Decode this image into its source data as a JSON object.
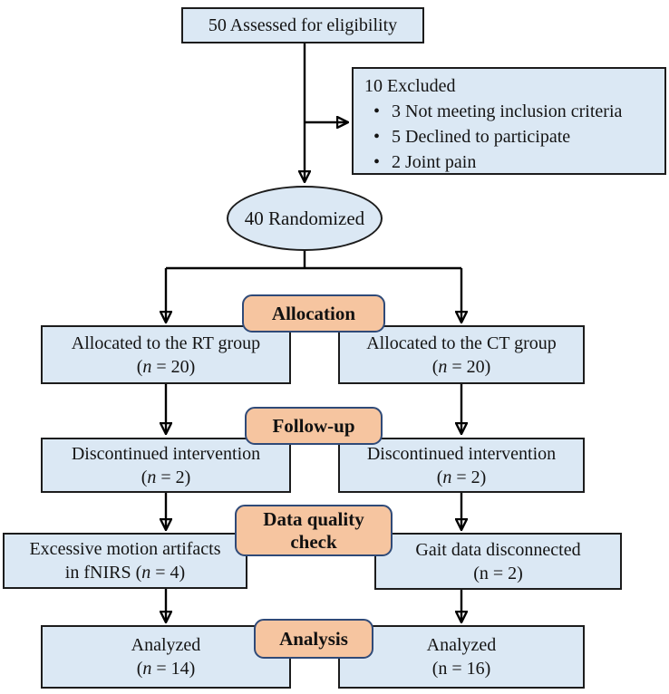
{
  "colors": {
    "box_fill": "#dbe8f4",
    "box_border": "#1c1c1c",
    "badge_fill": "#f6c5a0",
    "badge_border": "#2f4a78",
    "arrow": "#000000"
  },
  "nodes": {
    "eligibility": {
      "line1": "50 Assessed for eligibility"
    },
    "excluded": {
      "title": "10 Excluded",
      "bullet_glyph": "•",
      "bullets": [
        "3 Not meeting inclusion criteria",
        "5 Declined to participate",
        "2 Joint pain"
      ]
    },
    "randomized": {
      "line1": "40 Randomized"
    },
    "alloc_rt": {
      "line1": "Allocated to the RT group",
      "count_open": "(",
      "count_var": "n",
      "count_rest": " = 20)"
    },
    "alloc_ct": {
      "line1": "Allocated to the CT group",
      "count_open": "(",
      "count_var": "n",
      "count_rest": " = 20)"
    },
    "disc_rt": {
      "line1": "Discontinued intervention",
      "count_open": "(",
      "count_var": "n",
      "count_rest": " = 2)"
    },
    "disc_ct": {
      "line1": "Discontinued intervention",
      "count_open": "(",
      "count_var": "n",
      "count_rest": " = 2)"
    },
    "dq_rt": {
      "line1": "Excessive motion artifacts",
      "count_open": "in fNIRS (",
      "count_var": "n",
      "count_rest": " = 4)"
    },
    "dq_ct": {
      "line1": "Gait data disconnected",
      "count_open": "(",
      "count_var": "n",
      "count_rest": " = 2)"
    },
    "an_rt": {
      "line1": "Analyzed",
      "count_open": "(",
      "count_var": "n",
      "count_rest": " = 14)"
    },
    "an_ct": {
      "line1": "Analyzed",
      "count_open": "(",
      "count_var": "n",
      "count_rest": " = 16)"
    }
  },
  "badges": {
    "allocation": "Allocation",
    "follow_up": "Follow-up",
    "data_quality": "Data quality check",
    "analysis": "Analysis"
  },
  "edges": [
    {
      "from": "eligibility",
      "to": "randomized"
    },
    {
      "from": "eligibility",
      "to": "excluded"
    },
    {
      "from": "randomized",
      "to": "alloc_rt"
    },
    {
      "from": "randomized",
      "to": "alloc_ct"
    },
    {
      "from": "alloc_rt",
      "to": "disc_rt"
    },
    {
      "from": "alloc_ct",
      "to": "disc_ct"
    },
    {
      "from": "disc_rt",
      "to": "dq_rt"
    },
    {
      "from": "disc_ct",
      "to": "dq_ct"
    },
    {
      "from": "dq_rt",
      "to": "an_rt"
    },
    {
      "from": "dq_ct",
      "to": "an_ct"
    }
  ]
}
